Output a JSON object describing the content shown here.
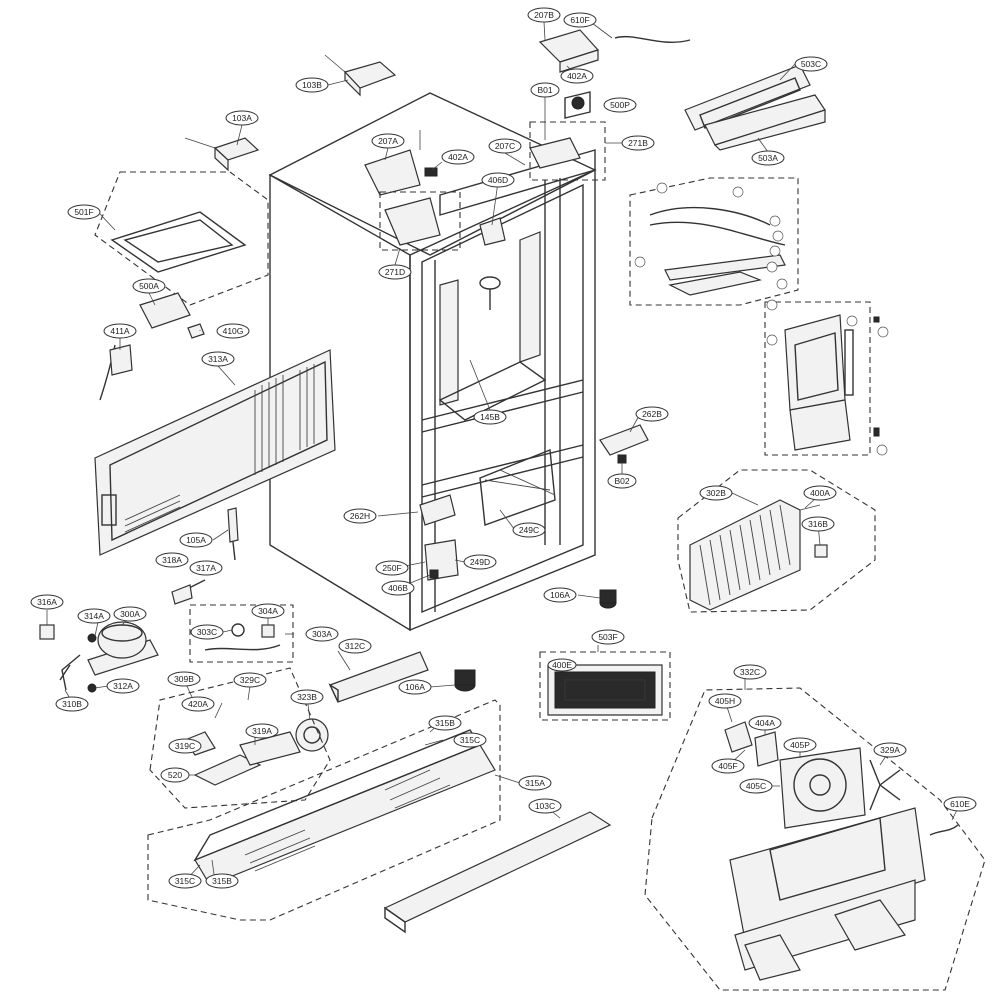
{
  "labels": {
    "l207B": "207B",
    "l610F": "610F",
    "l402A_top": "402A",
    "l503C": "503C",
    "l103B": "103B",
    "lB01": "B01",
    "l500P": "500P",
    "l271B": "271B",
    "l207C": "207C",
    "l207A": "207A",
    "l402A": "402A",
    "l406D": "406D",
    "l503A": "503A",
    "l103A": "103A",
    "l271D": "271D",
    "l501F": "501F",
    "l500A": "500A",
    "l411A": "411A",
    "l410G": "410G",
    "l313A": "313A",
    "l145B": "145B",
    "l262B": "262B",
    "lB02": "B02",
    "l302B": "302B",
    "l400A": "400A",
    "l316B": "316B",
    "l262H": "262H",
    "l249C": "249C",
    "l105A": "105A",
    "l318A": "318A",
    "l317A": "317A",
    "l250F": "250F",
    "l249D": "249D",
    "l406B": "406B",
    "l106A_right": "106A",
    "l316A": "316A",
    "l314A": "314A",
    "l300A": "300A",
    "l304A": "304A",
    "l303C": "303C",
    "l303A": "303A",
    "l503F": "503F",
    "l400E": "400E",
    "l312C": "312C",
    "l310B": "310B",
    "l312A": "312A",
    "l309B": "309B",
    "l329C": "329C",
    "l106A": "106A",
    "l420A": "420A",
    "l323B": "323B",
    "l332C": "332C",
    "l319A": "319A",
    "l319C": "319C",
    "l315B_top": "315B",
    "l315C_top": "315C",
    "l405H": "405H",
    "l404A": "404A",
    "l520": "520",
    "l405F": "405F",
    "l405P": "405P",
    "l329A": "329A",
    "l315A": "315A",
    "l405C": "405C",
    "l103C": "103C",
    "l610E": "610E",
    "l315C": "315C",
    "l315B": "315B"
  },
  "icons": [
    "refrigerator-cabinet",
    "evaporator-coil",
    "compressor",
    "fan-motor",
    "control-panel"
  ]
}
